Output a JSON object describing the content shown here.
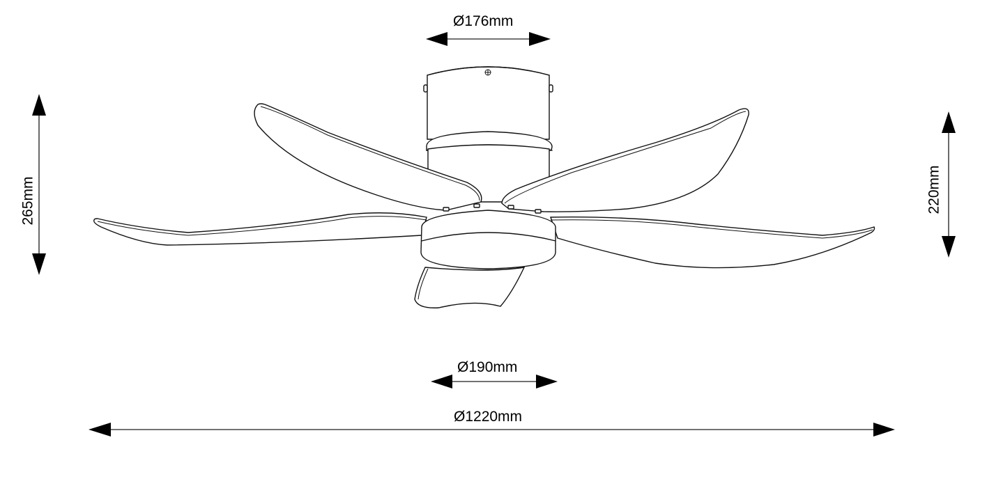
{
  "diagram": {
    "subject": "ceiling-fan-dimension-drawing",
    "dimensions": {
      "canopy_diameter": "Ø176mm",
      "light_diameter": "Ø190mm",
      "blade_sweep": "Ø1220mm",
      "total_height": "265mm",
      "body_height": "220mm"
    },
    "blade_count": 5
  }
}
